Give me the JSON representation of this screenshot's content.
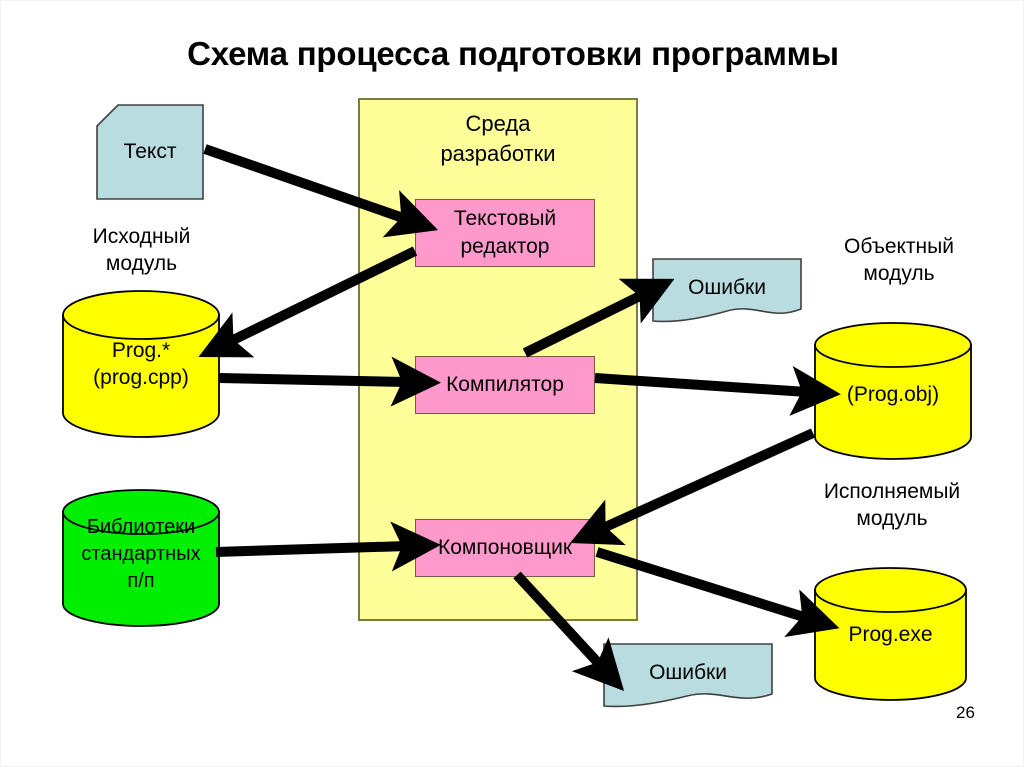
{
  "slide": {
    "title": "Схема процесса подготовки программы",
    "page_number": "26",
    "background": "#ffffff"
  },
  "colors": {
    "env_panel_fill": "#ffff99",
    "env_panel_border": "#7a7a45",
    "process_fill": "#ff99cc",
    "process_border": "#7a5a45",
    "document_fill": "#b8dce0",
    "document_border": "#404040",
    "cylinder_yellow": "#ffff00",
    "cylinder_green": "#00ee00",
    "arrow": "#000000"
  },
  "environment": {
    "title": "Среда\nразработки",
    "processes": [
      {
        "id": "editor",
        "label": "Текстовый\nредактор"
      },
      {
        "id": "compiler",
        "label": "Компилятор"
      },
      {
        "id": "linker",
        "label": "Компоновщик"
      }
    ]
  },
  "nodes": {
    "text_doc": {
      "label": "Текст",
      "shape": "document-cut-corner",
      "fill": "#b8dce0"
    },
    "source_caption": {
      "label": "Исходный\nмодуль"
    },
    "source_cylinder": {
      "label": "Prog.*\n(prog.cpp)",
      "shape": "cylinder",
      "fill": "#ffff00"
    },
    "library_cylinder": {
      "label": "Библиотеки\nстандартных\nп/п",
      "shape": "cylinder",
      "fill": "#00ee00"
    },
    "errors_top": {
      "label": "Ошибки",
      "shape": "document-wavy",
      "fill": "#b8dce0"
    },
    "errors_bottom": {
      "label": "Ошибки",
      "shape": "document-wavy",
      "fill": "#b8dce0"
    },
    "object_caption": {
      "label": "Объектный\nмодуль"
    },
    "object_cylinder": {
      "label": "(Prog.obj)",
      "shape": "cylinder",
      "fill": "#ffff00"
    },
    "executable_caption": {
      "label": "Исполняемый\nмодуль"
    },
    "executable_cylinder": {
      "label": "Prog.exe",
      "shape": "cylinder",
      "fill": "#ffff00"
    }
  },
  "arrows": [
    {
      "id": "text-to-editor",
      "from": "Текст",
      "to": "Текстовый редактор"
    },
    {
      "id": "editor-to-source",
      "from": "Текстовый редактор",
      "to": "Prog.* (prog.cpp)"
    },
    {
      "id": "source-to-compiler",
      "from": "Prog.* (prog.cpp)",
      "to": "Компилятор"
    },
    {
      "id": "compiler-to-errors",
      "from": "Компилятор",
      "to": "Ошибки"
    },
    {
      "id": "compiler-to-object",
      "from": "Компилятор",
      "to": "(Prog.obj)"
    },
    {
      "id": "object-to-linker",
      "from": "(Prog.obj)",
      "to": "Компоновщик"
    },
    {
      "id": "library-to-linker",
      "from": "Библиотеки стандартных п/п",
      "to": "Компоновщик"
    },
    {
      "id": "linker-to-executable",
      "from": "Компоновщик",
      "to": "Prog.exe"
    },
    {
      "id": "linker-to-errors",
      "from": "Компоновщик",
      "to": "Ошибки"
    }
  ]
}
